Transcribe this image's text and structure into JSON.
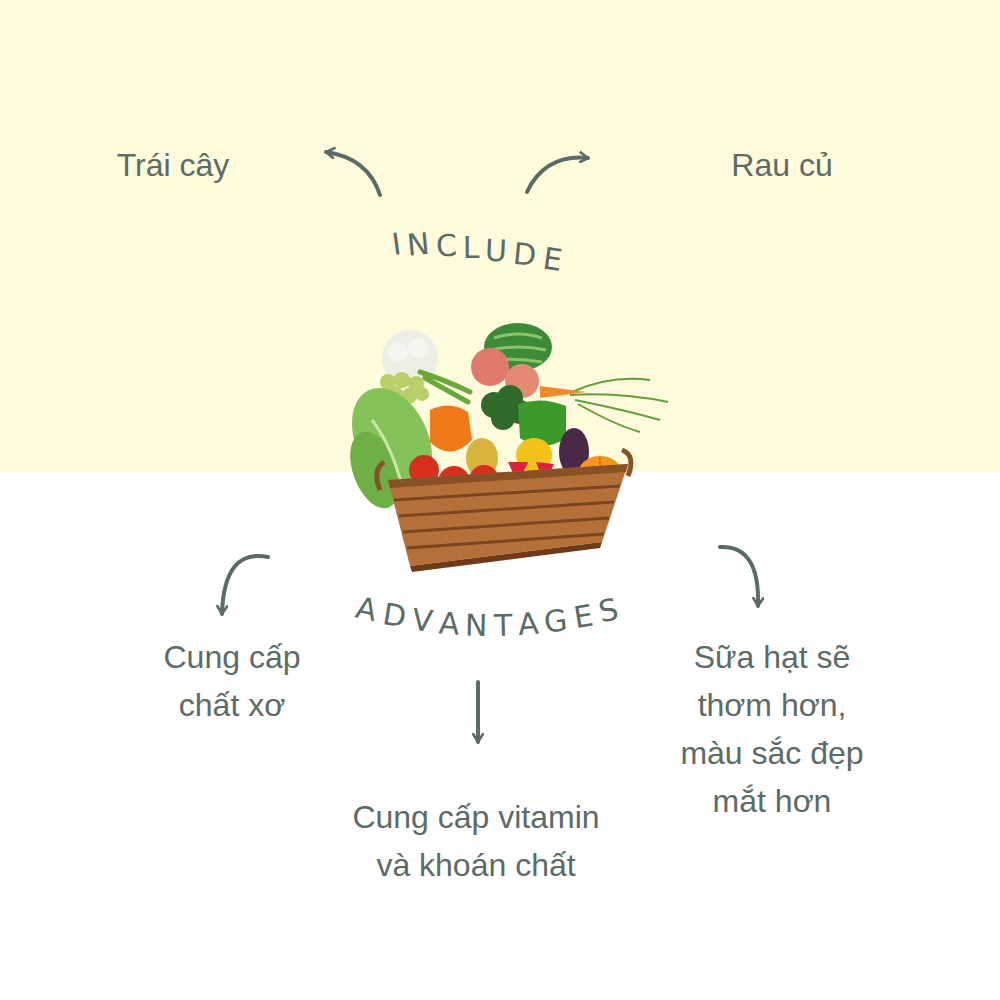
{
  "diagram": {
    "labels": [
      "Trái cây",
      "Rau củ",
      "INCLUDE",
      "ADVANTAGES",
      "Cung cấp chất xơ",
      "Cung cấp vitamin và khoán chất",
      "Sữa hạt sẽ thơm hơn, màu sắc đẹp mắt hơn"
    ]
  }
}
